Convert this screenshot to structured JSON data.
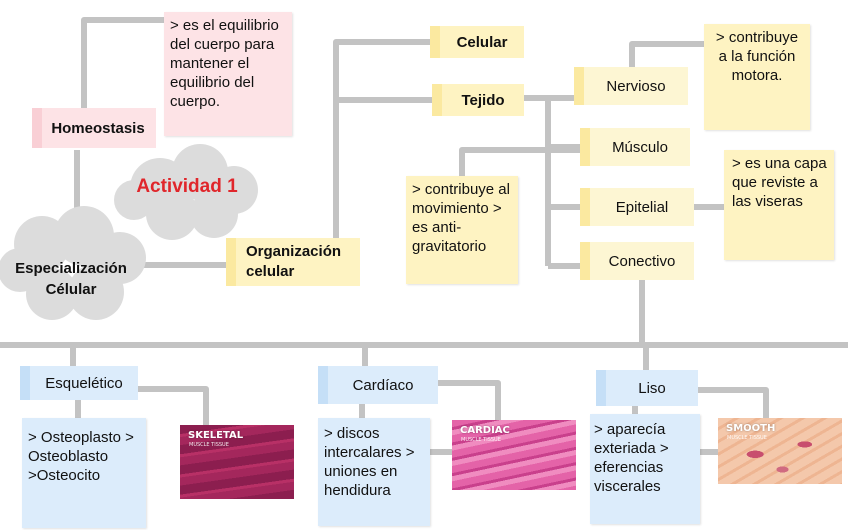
{
  "nodes": {
    "homeostasis": "Homeostasis",
    "homeostasis_note": "> es el equilibrio del cuerpo para mantener el equilibrio del cuerpo.",
    "actividad": "Actividad 1",
    "especializacion": "Especialización Célular",
    "organizacion": "Organización celular",
    "celular": "Celular",
    "tejido": "Tejido",
    "nervioso": "Nervioso",
    "nervioso_note": "> contribuye a la función motora.",
    "musculo": "Músculo",
    "musculo_note": "> contribuye al movimiento > es anti-gravitatorio",
    "epitelial": "Epitelial",
    "epitelial_note": "> es una capa que reviste a las viseras",
    "conectivo": "Conectivo"
  },
  "muscle_types": [
    {
      "label": "Esquelético",
      "note": "> Osteoplasto > Osteoblasto >Osteocito",
      "image_title": "SKELETAL",
      "image_subtitle": "MUSCLE TISSUE"
    },
    {
      "label": "Cardíaco",
      "note": "> discos intercalares > uniones en hendidura",
      "image_title": "CARDIAC",
      "image_subtitle": "MUSCLE TISSUE"
    },
    {
      "label": "Liso",
      "note": "> aparecía exteriada > eferencias viscerales",
      "image_title": "SMOOTH",
      "image_subtitle": "MUSCLE TISSUE"
    }
  ],
  "colors": {
    "connector": "#c3c3c3",
    "pink": "#fde3e6",
    "yellow": "#fef3c2",
    "blue": "#dcecfb",
    "cloud": "#dcdcdc",
    "accent_red": "#e0262b",
    "skeletal": "#a8245a",
    "cardiac": "#e05aa0",
    "smooth": "#f3c2a4"
  }
}
